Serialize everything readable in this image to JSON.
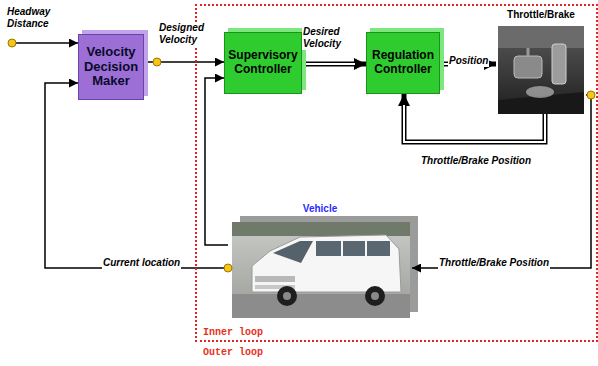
{
  "diagram": {
    "nodes": [
      {
        "text": [
          "Velocity Decision Maker"
        ]
      },
      {
        "text": [
          "Inner loop"
        ]
      },
      {
        "text": [
          "Supervisory Controller"
        ],
        "in": 1
      },
      {
        "text": [
          "Regulation Controller"
        ],
        "in": 1
      },
      {
        "text": [
          "Throttle/Brake"
        ],
        "in": 1
      },
      {
        "text": [
          "Vehicle"
        ],
        "in": 1
      }
    ],
    "edges": [
      {
        "from": 0,
        "to": 2,
        "label": "Designed Velocity",
        "arrow": "to"
      },
      {
        "from": 2,
        "to": 3,
        "label": "Desired Velocity",
        "arrow": "to"
      },
      {
        "from": 3,
        "to": 4,
        "label": "Position",
        "arrow": "to"
      },
      {
        "from": 4,
        "to": 3,
        "label": "Throttle/Brake Position",
        "arrow": "to"
      },
      {
        "from": 4,
        "to": 5,
        "label": "Throttle/Brake Position",
        "arrow": "to"
      },
      {
        "from": 5,
        "to": 0,
        "label": "Current location",
        "arrow": "to"
      },
      {
        "from": 5,
        "to": 2,
        "arrow": "to"
      }
    ],
    "labels": [
      "Headway Distance",
      "Outer loop"
    ]
  }
}
